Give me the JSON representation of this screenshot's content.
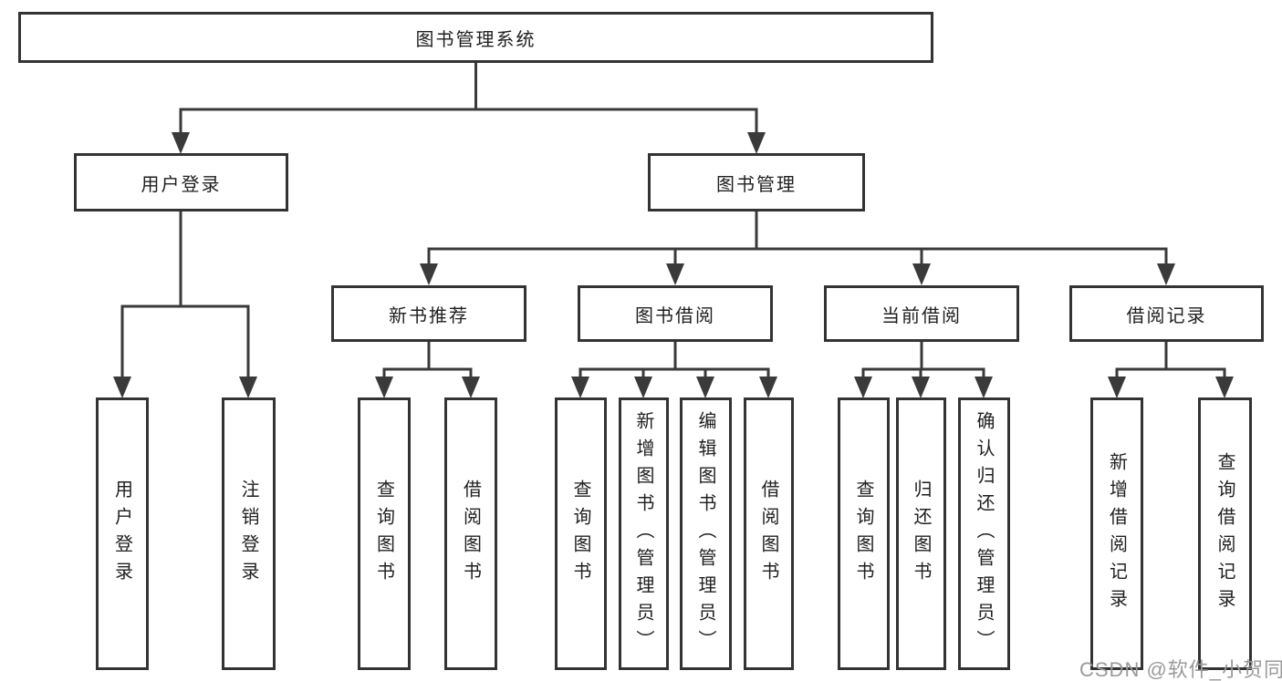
{
  "diagram": {
    "root": {
      "label": "图书管理系统"
    },
    "level2": [
      {
        "label": "用户登录"
      },
      {
        "label": "图书管理"
      }
    ],
    "level3": [
      {
        "label": "新书推荐",
        "parent": "图书管理"
      },
      {
        "label": "图书借阅",
        "parent": "图书管理"
      },
      {
        "label": "当前借阅",
        "parent": "图书管理"
      },
      {
        "label": "借阅记录",
        "parent": "图书管理"
      }
    ],
    "leaves": [
      {
        "label": "用户登录",
        "parent": "用户登录"
      },
      {
        "label": "注销登录",
        "parent": "用户登录"
      },
      {
        "label": "查询图书",
        "parent": "新书推荐"
      },
      {
        "label": "借阅图书",
        "parent": "新书推荐"
      },
      {
        "label": "查询图书",
        "parent": "图书借阅"
      },
      {
        "label": "新增图书（管理员）",
        "parent": "图书借阅"
      },
      {
        "label": "编辑图书（管理员）",
        "parent": "图书借阅"
      },
      {
        "label": "借阅图书",
        "parent": "图书借阅"
      },
      {
        "label": "查询图书",
        "parent": "当前借阅"
      },
      {
        "label": "归还图书",
        "parent": "当前借阅"
      },
      {
        "label": "确认归还（管理员）",
        "parent": "当前借阅"
      },
      {
        "label": "新增借阅记录",
        "parent": "借阅记录"
      },
      {
        "label": "查询借阅记录",
        "parent": "借阅记录"
      }
    ]
  },
  "watermark": "CSDN @软件_小贺同学",
  "colors": {
    "line": "#3a3a3a",
    "box_border": "#333333",
    "text": "#1f1f1f",
    "watermark": "#9a9a9a",
    "background": "#ffffff"
  }
}
